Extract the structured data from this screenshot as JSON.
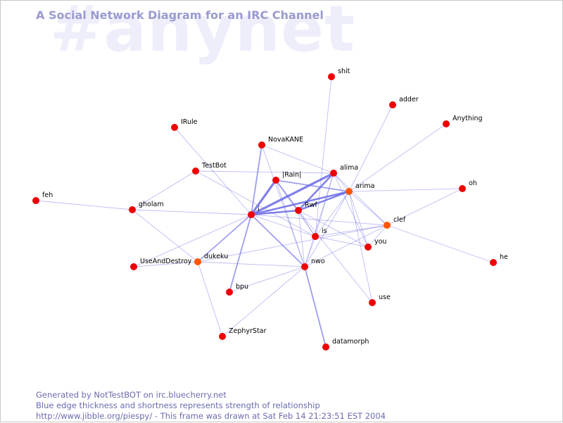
{
  "watermark": "#anynet",
  "title": "A Social Network Diagram for an IRC Channel",
  "footer": {
    "line1": "Generated by NotTestBOT on irc.bluecherry.net",
    "line2": "Blue edge thickness and shortness represents strength of relationship",
    "line3": "http://www.jibble.org/piespy/ - This frame was drawn at Sat Feb 14 21:23:51 EST 2004"
  },
  "colors": {
    "node_red": "#ee0000",
    "node_orange": "#ff5500",
    "edge": "#6a6ae6",
    "title": "#9a9ad0",
    "watermark": "#eeeefb",
    "footer": "#6b6bb0"
  },
  "nodes": [
    {
      "id": "shit",
      "label": "shit",
      "color": "red"
    },
    {
      "id": "adder",
      "label": "adder",
      "color": "red"
    },
    {
      "id": "Anything",
      "label": "Anything",
      "color": "red"
    },
    {
      "id": "IRule",
      "label": "IRule",
      "color": "red"
    },
    {
      "id": "NovaKANE",
      "label": "NovaKANE",
      "color": "red"
    },
    {
      "id": "TestBot",
      "label": "TestBot",
      "color": "red"
    },
    {
      "id": "Rain",
      "label": "|Rain|",
      "color": "red"
    },
    {
      "id": "alima",
      "label": "alima",
      "color": "red"
    },
    {
      "id": "arima",
      "label": "arima",
      "color": "orange"
    },
    {
      "id": "oh",
      "label": "oh",
      "color": "red"
    },
    {
      "id": "feh",
      "label": "feh",
      "color": "red"
    },
    {
      "id": "gholam",
      "label": "gholam",
      "color": "red"
    },
    {
      "id": "i",
      "label": "i",
      "color": "red"
    },
    {
      "id": "Rwf",
      "label": "Rwf",
      "color": "red"
    },
    {
      "id": "clef",
      "label": "clef",
      "color": "orange"
    },
    {
      "id": "is",
      "label": "is",
      "color": "red"
    },
    {
      "id": "you",
      "label": "you",
      "color": "red"
    },
    {
      "id": "he",
      "label": "he",
      "color": "red"
    },
    {
      "id": "UseAndDestroy",
      "label": "UseAndDestroy",
      "color": "red"
    },
    {
      "id": "dukeku",
      "label": "dukeku",
      "color": "orange"
    },
    {
      "id": "nwo",
      "label": "nwo",
      "color": "red"
    },
    {
      "id": "bpu",
      "label": "bpu",
      "color": "red"
    },
    {
      "id": "use",
      "label": "use",
      "color": "red"
    },
    {
      "id": "ZephyrStar",
      "label": "ZephyrStar",
      "color": "red"
    },
    {
      "id": "datamorph",
      "label": "datamorph",
      "color": "red"
    }
  ],
  "edges": [
    {
      "from": "i",
      "to": "alima",
      "weight": 4
    },
    {
      "from": "i",
      "to": "Rain",
      "weight": 4
    },
    {
      "from": "i",
      "to": "arima",
      "weight": 3
    },
    {
      "from": "Rwf",
      "to": "arima",
      "weight": 3
    },
    {
      "from": "Rwf",
      "to": "alima",
      "weight": 3
    },
    {
      "from": "i",
      "to": "Rwf",
      "weight": 3
    },
    {
      "from": "i",
      "to": "nwo",
      "weight": 2
    },
    {
      "from": "i",
      "to": "NovaKANE",
      "weight": 2
    },
    {
      "from": "i",
      "to": "dukeku",
      "weight": 2
    },
    {
      "from": "i",
      "to": "bpu",
      "weight": 2
    },
    {
      "from": "nwo",
      "to": "datamorph",
      "weight": 2
    },
    {
      "from": "Rain",
      "to": "arima",
      "weight": 2
    },
    {
      "from": "Rain",
      "to": "Rwf",
      "weight": 2
    },
    {
      "from": "nwo",
      "to": "alima",
      "weight": 1
    },
    {
      "from": "nwo",
      "to": "arima",
      "weight": 1
    },
    {
      "from": "nwo",
      "to": "clef",
      "weight": 1
    },
    {
      "from": "nwo",
      "to": "Rwf",
      "weight": 1
    },
    {
      "from": "nwo",
      "to": "ZephyrStar",
      "weight": 1
    },
    {
      "from": "nwo",
      "to": "bpu",
      "weight": 1
    },
    {
      "from": "nwo",
      "to": "Rain",
      "weight": 1
    },
    {
      "from": "nwo",
      "to": "dukeku",
      "weight": 1
    },
    {
      "from": "shit",
      "to": "is",
      "weight": 1
    },
    {
      "from": "adder",
      "to": "arima",
      "weight": 1
    },
    {
      "from": "Anything",
      "to": "arima",
      "weight": 1
    },
    {
      "from": "IRule",
      "to": "i",
      "weight": 1
    },
    {
      "from": "NovaKANE",
      "to": "alima",
      "weight": 1
    },
    {
      "from": "NovaKANE",
      "to": "nwo",
      "weight": 1
    },
    {
      "from": "TestBot",
      "to": "alima",
      "weight": 1
    },
    {
      "from": "TestBot",
      "to": "gholam",
      "weight": 1
    },
    {
      "from": "TestBot",
      "to": "is",
      "weight": 1
    },
    {
      "from": "Rain",
      "to": "is",
      "weight": 1
    },
    {
      "from": "alima",
      "to": "arima",
      "weight": 1
    },
    {
      "from": "alima",
      "to": "is",
      "weight": 1
    },
    {
      "from": "alima",
      "to": "you",
      "weight": 1
    },
    {
      "from": "alima",
      "to": "clef",
      "weight": 1
    },
    {
      "from": "arima",
      "to": "oh",
      "weight": 1
    },
    {
      "from": "arima",
      "to": "clef",
      "weight": 1
    },
    {
      "from": "arima",
      "to": "you",
      "weight": 1
    },
    {
      "from": "arima",
      "to": "is",
      "weight": 1
    },
    {
      "from": "feh",
      "to": "gholam",
      "weight": 1
    },
    {
      "from": "gholam",
      "to": "i",
      "weight": 1
    },
    {
      "from": "gholam",
      "to": "dukeku",
      "weight": 1
    },
    {
      "from": "i",
      "to": "clef",
      "weight": 1
    },
    {
      "from": "i",
      "to": "UseAndDestroy",
      "weight": 1
    },
    {
      "from": "i",
      "to": "is",
      "weight": 1
    },
    {
      "from": "Rwf",
      "to": "you",
      "weight": 1
    },
    {
      "from": "Rwf",
      "to": "is",
      "weight": 1
    },
    {
      "from": "Rwf",
      "to": "use",
      "weight": 1
    },
    {
      "from": "clef",
      "to": "oh",
      "weight": 1
    },
    {
      "from": "clef",
      "to": "he",
      "weight": 1
    },
    {
      "from": "clef",
      "to": "is",
      "weight": 1
    },
    {
      "from": "clef",
      "to": "you",
      "weight": 1
    },
    {
      "from": "is",
      "to": "you",
      "weight": 1
    },
    {
      "from": "is",
      "to": "nwo",
      "weight": 1
    },
    {
      "from": "dukeku",
      "to": "UseAndDestroy",
      "weight": 1
    },
    {
      "from": "dukeku",
      "to": "clef",
      "weight": 1
    },
    {
      "from": "dukeku",
      "to": "ZephyrStar",
      "weight": 1
    },
    {
      "from": "arima",
      "to": "use",
      "weight": 1
    }
  ]
}
